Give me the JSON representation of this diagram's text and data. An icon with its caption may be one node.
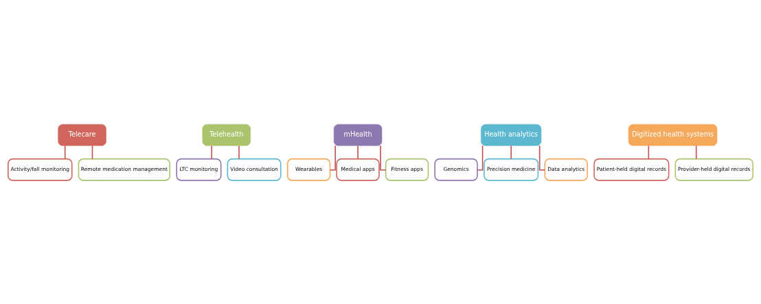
{
  "diagram": {
    "nodes": [
      {
        "text": [
          "Telecare"
        ]
      },
      {
        "text": [
          "Activity/fall monitoring"
        ]
      },
      {
        "text": [
          "Remote medication management"
        ]
      },
      {
        "text": [
          "Telehealth"
        ]
      },
      {
        "text": [
          "LTC monitoring"
        ]
      },
      {
        "text": [
          "Video consultation"
        ]
      },
      {
        "text": [
          "mHealth"
        ]
      },
      {
        "text": [
          "Wearables"
        ]
      },
      {
        "text": [
          "Medical apps"
        ]
      },
      {
        "text": [
          "Fitness apps"
        ]
      },
      {
        "text": [
          "Health analytics"
        ]
      },
      {
        "text": [
          "Genomics"
        ]
      },
      {
        "text": [
          "Precision medicine"
        ]
      },
      {
        "text": [
          "Data analytics"
        ]
      },
      {
        "text": [
          "Digitized health systems"
        ]
      },
      {
        "text": [
          "Patient-held digital records"
        ]
      },
      {
        "text": [
          "Provider-held digital records"
        ]
      }
    ],
    "edges": [
      {
        "from": 0,
        "to": 1,
        "arrow": "none"
      },
      {
        "from": 0,
        "to": 2,
        "arrow": "none"
      },
      {
        "from": 3,
        "to": 4,
        "arrow": "none"
      },
      {
        "from": 3,
        "to": 5,
        "arrow": "none"
      },
      {
        "from": 6,
        "to": 7,
        "arrow": "none"
      },
      {
        "from": 6,
        "to": 8,
        "arrow": "none"
      },
      {
        "from": 6,
        "to": 9,
        "arrow": "none"
      },
      {
        "from": 10,
        "to": 11,
        "arrow": "none"
      },
      {
        "from": 10,
        "to": 12,
        "arrow": "none"
      },
      {
        "from": 10,
        "to": 13,
        "arrow": "none"
      },
      {
        "from": 14,
        "to": 15,
        "arrow": "none"
      },
      {
        "from": 14,
        "to": 16,
        "arrow": "none"
      }
    ]
  }
}
